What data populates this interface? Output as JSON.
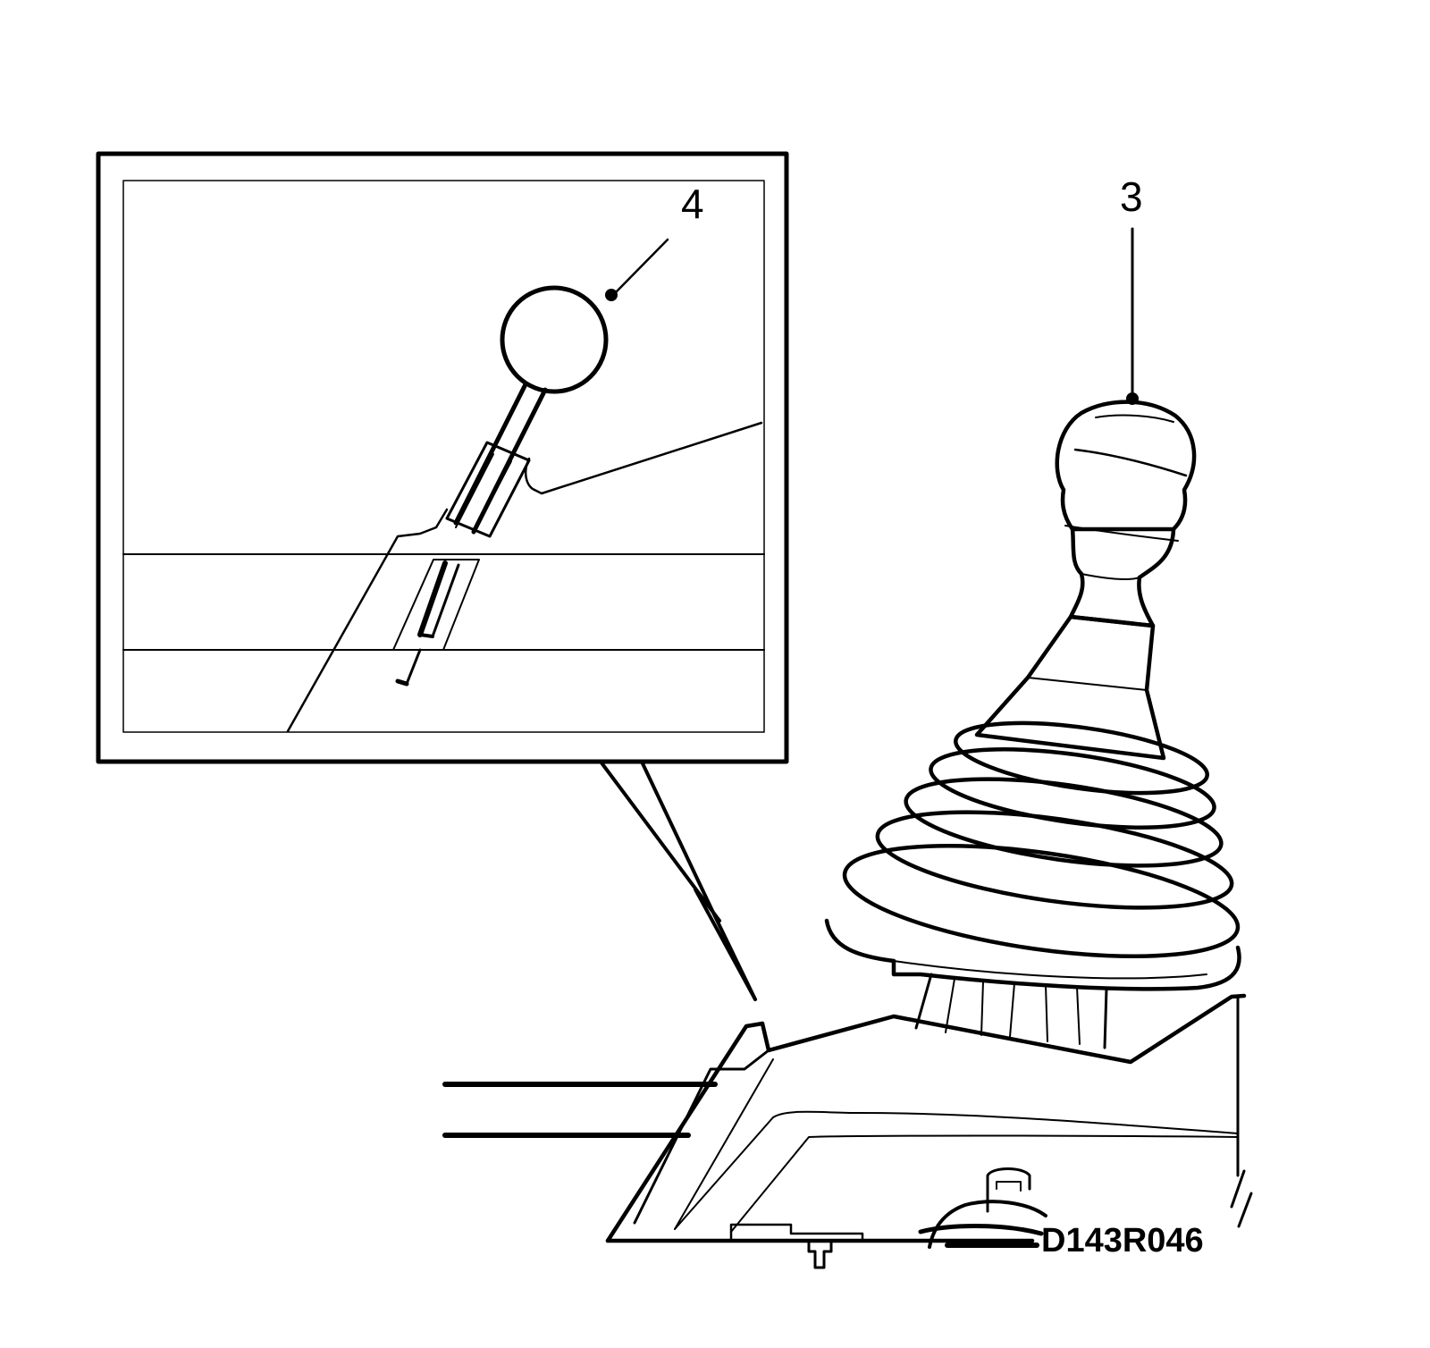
{
  "diagram": {
    "callouts": [
      {
        "id": "callout-3",
        "label": "3"
      },
      {
        "id": "callout-4",
        "label": "4"
      }
    ],
    "reference_code": "D143R046",
    "colors": {
      "line": "#000000",
      "background": "#ffffff"
    }
  }
}
